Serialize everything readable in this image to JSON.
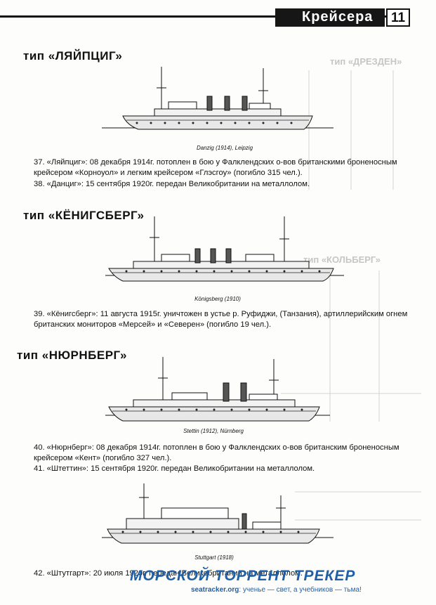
{
  "header": {
    "title": "Крейсера",
    "page_number": "11"
  },
  "sections": [
    {
      "type_title": "тип «ЛЯЙПЦИГ»",
      "caption": "Danzig (1914), Leipzig",
      "paragraphs": [
        "37. «Ляйпциг»: 08 декабря 1914г. потоплен в бою у Фалклендских о-вов британскими броненосным крейсером «Корноуол» и легким крейсером «Глэсгоу» (погибло 315 чел.).",
        "38. «Данциг»: 15 сентября 1920г. передан Великобритании на металлолом."
      ]
    },
    {
      "type_title": "тип «КЁНИГСБЕРГ»",
      "caption": "Königsberg (1910)",
      "paragraphs": [
        "39. «Кёнигсберг»: 11 августа 1915г. уничтожен в устье р. Руфиджи, (Танзания), артиллерийским огнем британских мониторов «Мерсей» и «Северен» (погибло 19 чел.)."
      ]
    },
    {
      "type_title": "тип «НЮРНБЕРГ»",
      "caption": "Stettin (1912), Nürnberg",
      "paragraphs": [
        "40. «Нюрнберг»: 08 декабря 1914г. потоплен в бою у Фалклендских о-вов британским броненосным крейсером «Кент» (погибло 327 чел.).",
        "41. «Штеттин»: 15 сентября 1920г. передан Великобритании на металлолом."
      ]
    },
    {
      "type_title": "",
      "caption": "Stuttgart (1918)",
      "paragraphs": [
        "42. «Штутгарт»: 20 июля 1920г. передан Великобритании на металлолом."
      ]
    }
  ],
  "footer": {
    "brand": "МОРСКОЙ ТОРРЕНТ ТРЕКЕР",
    "url": "seatracker.org",
    "slogan": ": ученье — свет, а учебников — тьма!"
  }
}
